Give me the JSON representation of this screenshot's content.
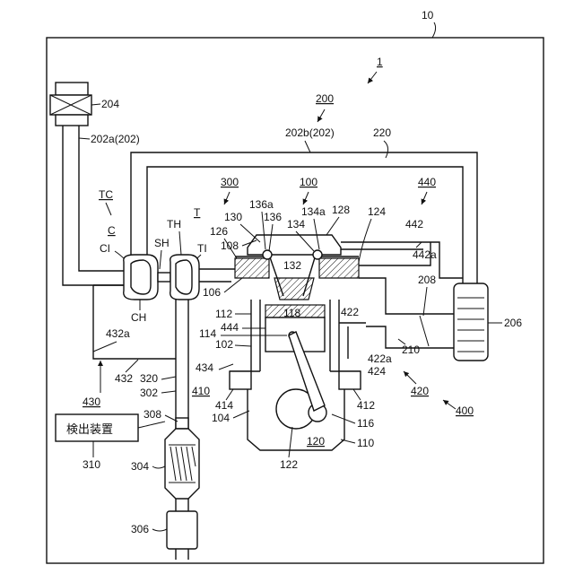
{
  "labels": {
    "fig": "10",
    "system": "1",
    "intake_system": "200",
    "engine": "100",
    "exhaust_system": "300",
    "egr_system": "440",
    "egr_group": "400",
    "hp_egr": "420",
    "lp_egr": "430",
    "control": "410",
    "turbocharger": "TC",
    "compressor": "C",
    "turbine": "T",
    "ci": "CI",
    "sh": "SH",
    "th": "TH",
    "ti": "TI",
    "ch": "CH",
    "l204": "204",
    "l202a": "202a(202)",
    "l202b": "202b(202)",
    "l220": "220",
    "l206": "206",
    "l208": "208",
    "l210": "210",
    "l442": "442",
    "l442a": "442a",
    "l136a": "136a",
    "l136": "136",
    "l134": "134",
    "l134a": "134a",
    "l128": "128",
    "l124": "124",
    "l130": "130",
    "l126": "126",
    "l108": "108",
    "l132": "132",
    "l106": "106",
    "l118": "118",
    "l112": "112",
    "l444": "444",
    "l114": "114",
    "l102": "102",
    "l422": "422",
    "l422a": "422a",
    "l424": "424",
    "l432a": "432a",
    "l432": "432",
    "l434": "434",
    "l320": "320",
    "l302": "302",
    "l414": "414",
    "l104": "104",
    "l412": "412",
    "l116": "116",
    "l120": "120",
    "l110": "110",
    "l122": "122",
    "l308": "308",
    "l310": "310",
    "l304": "304",
    "l306": "306"
  },
  "detector_label": "検出装置"
}
